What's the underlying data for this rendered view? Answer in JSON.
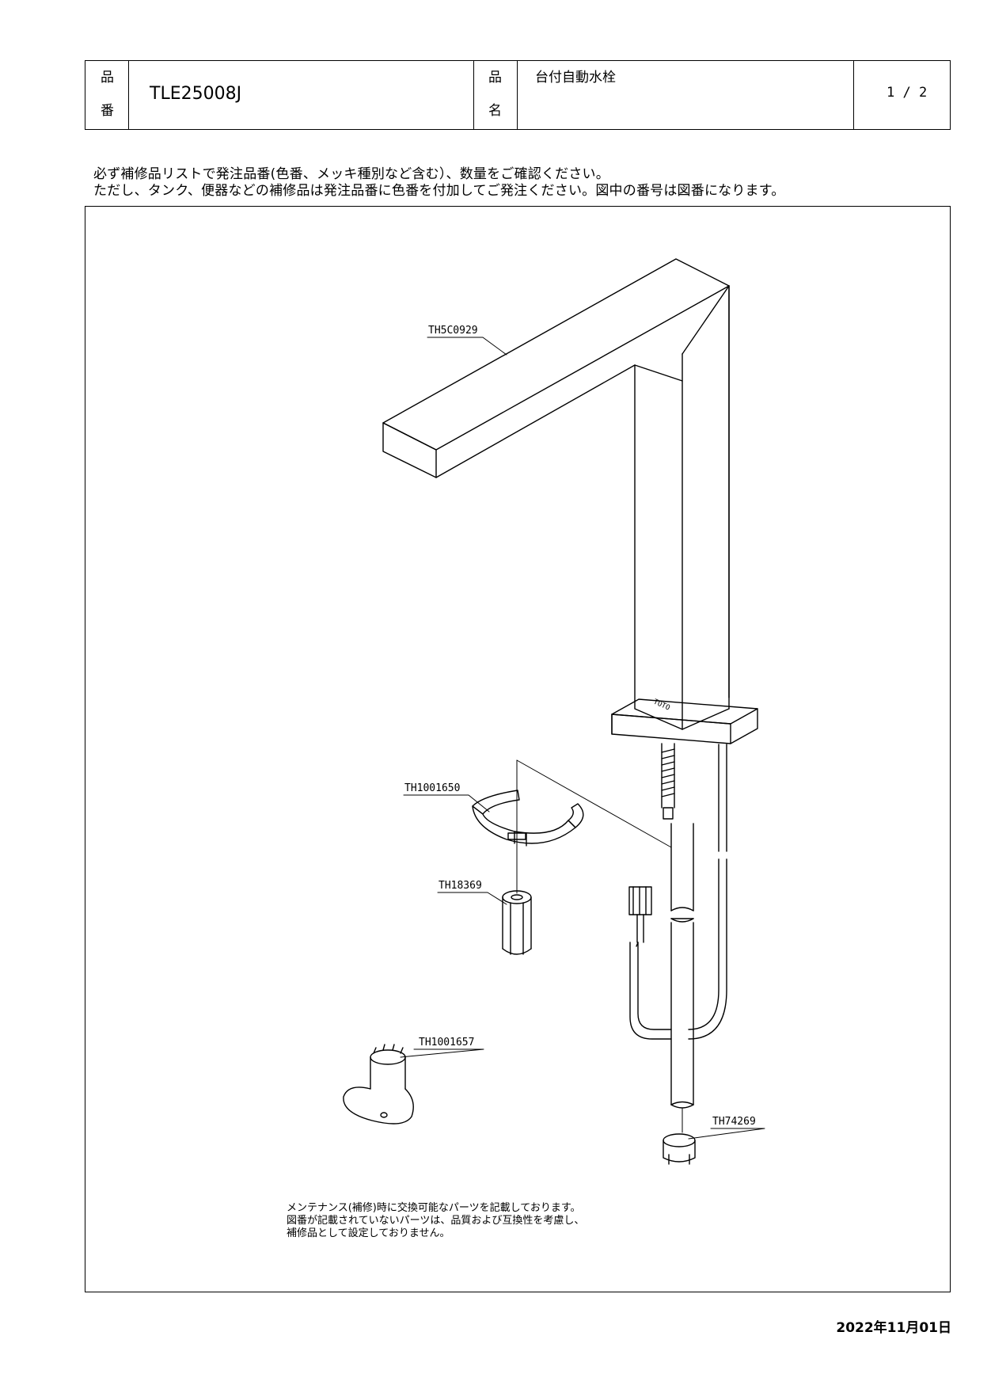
{
  "header": {
    "part_number_label_top": "品",
    "part_number_label_bottom": "番",
    "part_number": "TLE25008J",
    "product_name_label_top": "品",
    "product_name_label_bottom": "名",
    "product_name": "台付自動水栓",
    "page": "1 / 2"
  },
  "notes": {
    "line1": "必ず補修品リストで発注品番(色番、メッキ種別など含む）、数量をご確認ください。",
    "line2": "ただし、タンク、便器などの補修品は発注品番に色番を付加してご発注ください。図中の番号は図番になります。"
  },
  "parts": {
    "spout": "TH5C0929",
    "clamp": "TH1001650",
    "nut": "TH18369",
    "tool": "TH1001657",
    "ring": "TH74269"
  },
  "brand_mark": "TOTO",
  "maintenance": {
    "line1": "メンテナンス(補修)時に交換可能なパーツを記載しております。",
    "line2": "図番が記載されていないパーツは、品質および互換性を考慮し、",
    "line3": "補修品として設定しておりません。"
  },
  "footer": {
    "date": "2022年11月01日"
  }
}
